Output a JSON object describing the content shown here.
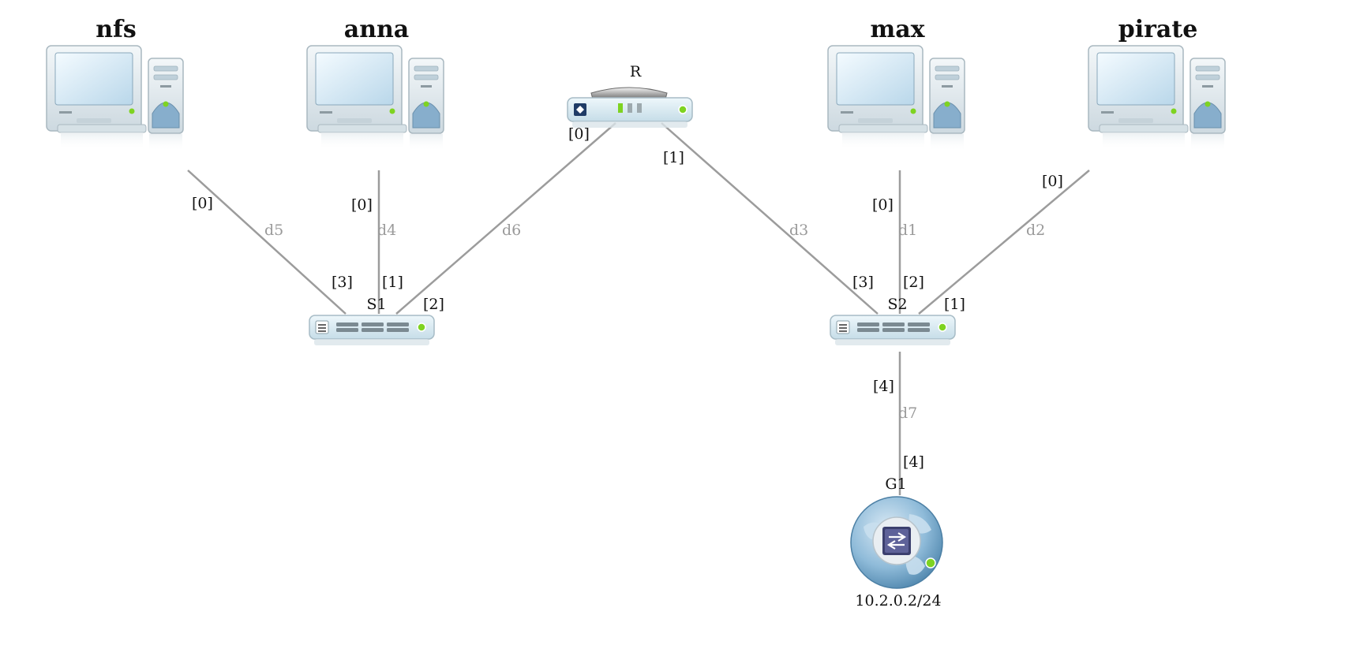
{
  "hosts": {
    "nfs": "nfs",
    "anna": "anna",
    "max": "max",
    "pirate": "pirate"
  },
  "devices": {
    "router": "R",
    "switch1": "S1",
    "switch2": "S2",
    "gateway": "G1"
  },
  "gateway_address": "10.2.0.2/24",
  "links": {
    "d1": "d1",
    "d2": "d2",
    "d3": "d3",
    "d4": "d4",
    "d5": "d5",
    "d6": "d6",
    "d7": "d7"
  },
  "ports": {
    "nfs_p": "[0]",
    "anna_p": "[0]",
    "max_p": "[0]",
    "pirate_p": "[0]",
    "r_p0": "[0]",
    "r_p1": "[1]",
    "s1_p3": "[3]",
    "s1_p1": "[1]",
    "s1_p2": "[2]",
    "s2_p3": "[3]",
    "s2_p2": "[2]",
    "s2_p1": "[1]",
    "s2_p4": "[4]",
    "g1_p4": "[4]"
  },
  "colors": {
    "cable": "#9c9c9c",
    "device_body": "#dfeef5",
    "status_led": "#7ed321",
    "globe": "#7fb3d6"
  },
  "icons": {
    "host": "desktop-computer-icon",
    "router": "router-icon",
    "switch": "network-switch-icon",
    "gateway": "gateway-globe-icon"
  }
}
